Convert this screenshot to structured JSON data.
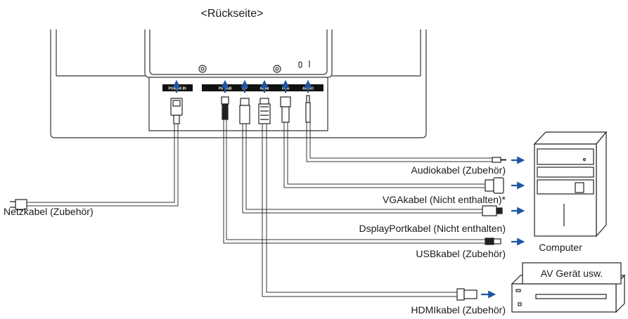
{
  "title": "<Rückseite>",
  "ports": [
    "POWER IN",
    "PS USB",
    "DP",
    "HDMI",
    "VGA",
    "AUDIO"
  ],
  "cables": [
    {
      "id": "audio",
      "label": "Audiokabel (Zubehör)"
    },
    {
      "id": "vga",
      "label": "VGAkabel (Nicht enthalten)*"
    },
    {
      "id": "dp",
      "label": "DsplayPortkabel (Nicht enthalten)"
    },
    {
      "id": "usb",
      "label": "USBkabel (Zubehör)"
    },
    {
      "id": "hdmi",
      "label": "HDMIkabel (Zubehör)"
    },
    {
      "id": "power",
      "label": "Netzkabel (Zubehör)"
    }
  ],
  "devices": {
    "computer": "Computer",
    "av": "AV Gerät usw."
  },
  "colors": {
    "arrow": "#1f56a3",
    "line": "#333333"
  }
}
